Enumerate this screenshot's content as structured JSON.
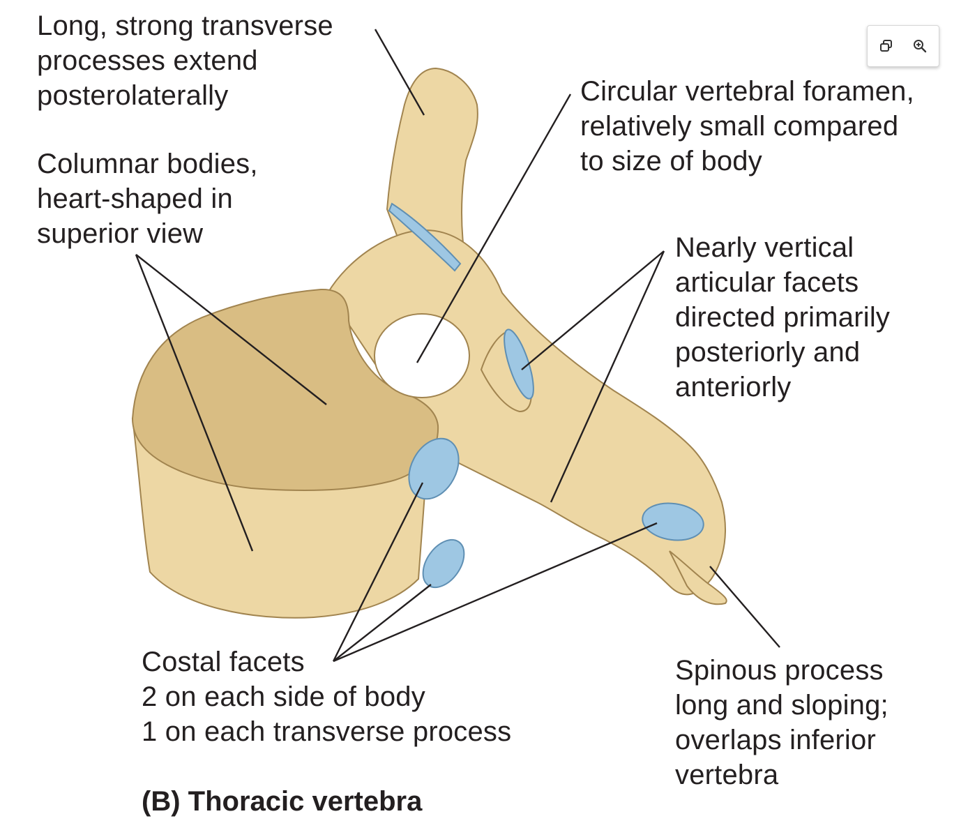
{
  "colors": {
    "bone": "#edd7a4",
    "bone_shadow": "#d9bd83",
    "bone_outline": "#a1844f",
    "cartilage": "#9ec7e3",
    "cartilage_outline": "#5f8fb3",
    "leader_line": "#231f20",
    "text": "#231f20"
  },
  "labels": {
    "transverse": [
      "Long, strong transverse",
      "processes extend",
      "posterolaterally"
    ],
    "bodies": [
      "Columnar bodies,",
      "heart-shaped in",
      "superior view"
    ],
    "foramen": [
      "Circular vertebral foramen,",
      "relatively small compared",
      "to size of body"
    ],
    "articular": [
      "Nearly vertical",
      "articular facets",
      "directed primarily",
      "posteriorly and",
      "anteriorly"
    ],
    "costal": [
      "Costal facets",
      "2 on each side of body",
      "1 on each transverse process"
    ],
    "spinous": [
      "Spinous process",
      "long and sloping;",
      "overlaps inferior",
      "vertebra"
    ]
  },
  "caption": "(B) Thoracic vertebra",
  "toolbar": {
    "buttons": [
      {
        "icon": "copy-icon"
      },
      {
        "icon": "zoom-in-icon"
      }
    ]
  }
}
